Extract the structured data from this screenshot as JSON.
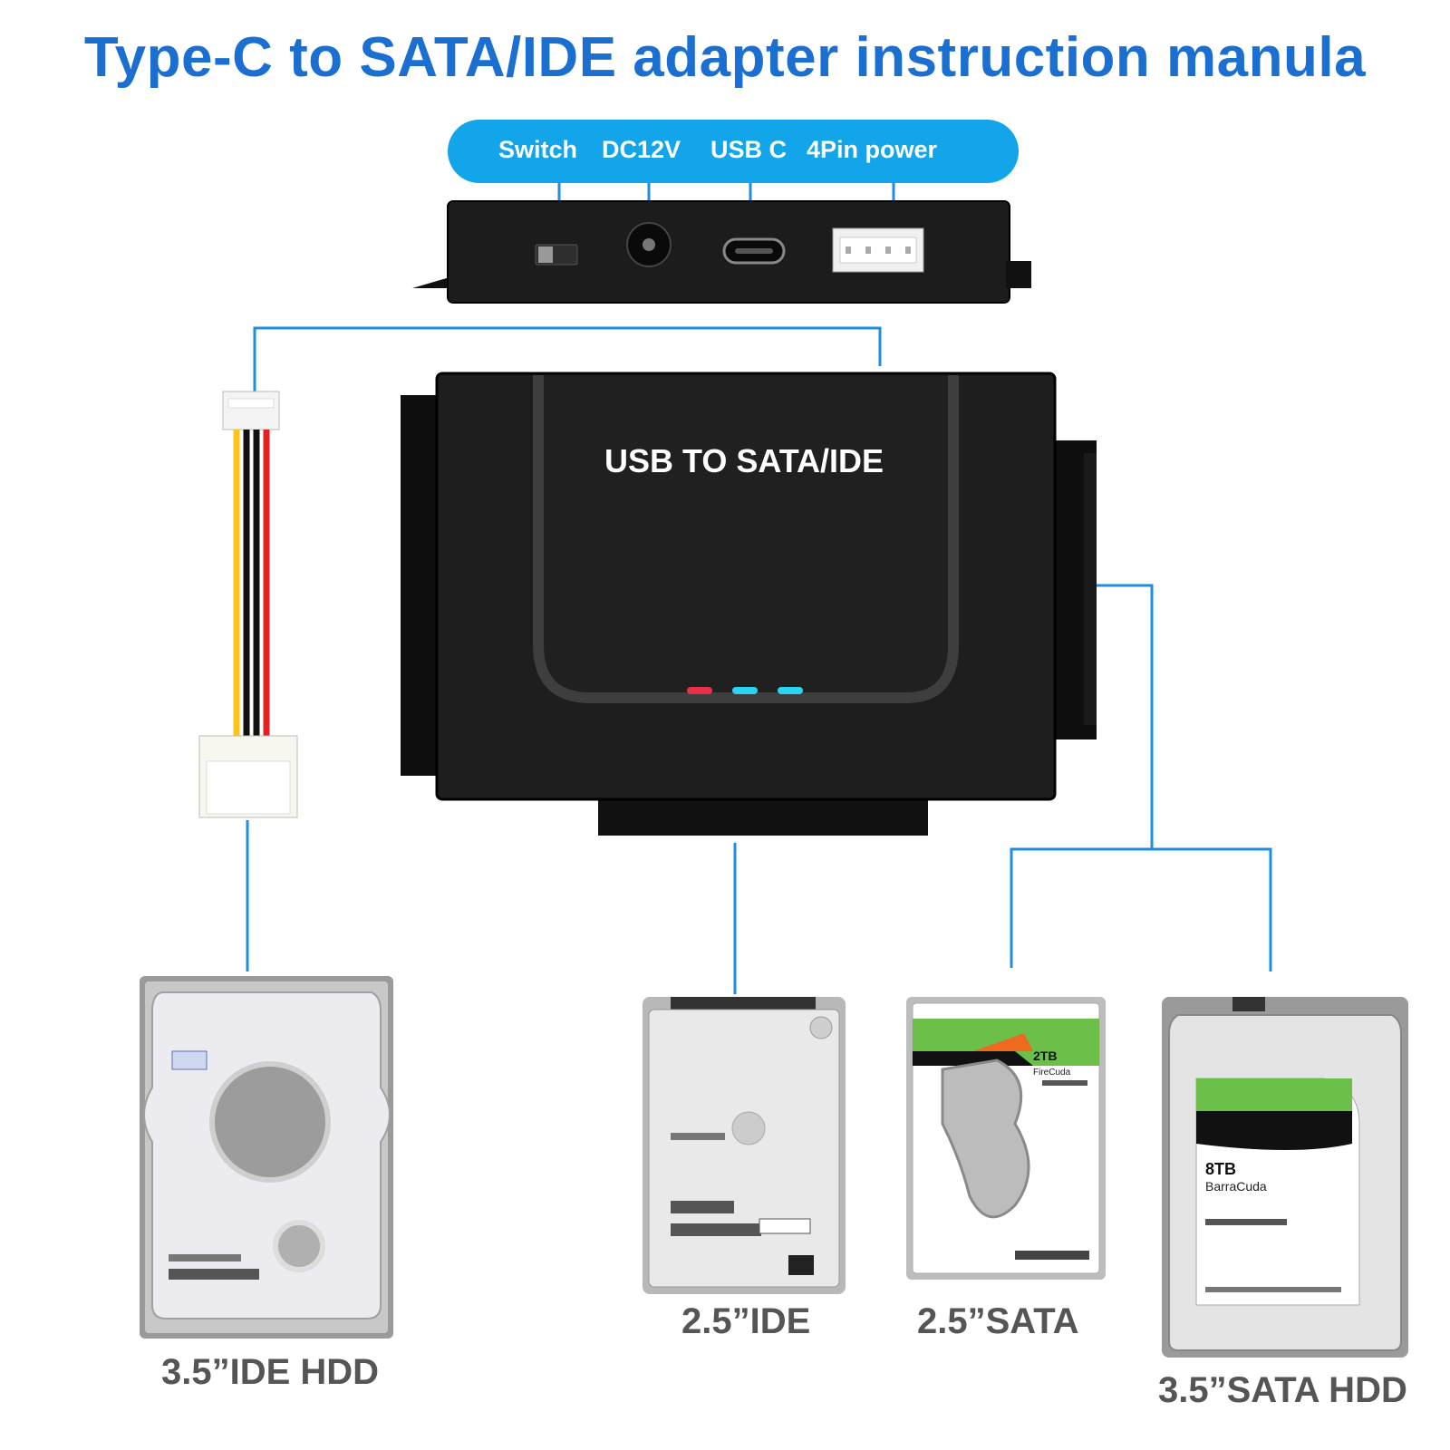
{
  "title": "Type-C to SATA/IDE adapter instruction manula",
  "ports": {
    "switch": "Switch",
    "dc12v": "DC12V",
    "usbc": "USB C",
    "power4pin": "4Pin power"
  },
  "adapter_label": "USB TO SATA/IDE",
  "drives": {
    "ide35": "3.5”IDE HDD",
    "ide25": "2.5”IDE",
    "sata25": "2.5”SATA",
    "sata35": "3.5”SATA HDD"
  },
  "drive_labels": {
    "sata25_capacity": "2TB",
    "sata25_model": "FireCuda",
    "sata35_capacity": "8TB",
    "sata35_model": "BarraCuda"
  },
  "colors": {
    "title": "#1a6fd0",
    "pill": "#12a5ea",
    "connector_line": "#1e8ee0",
    "led_red": "#e8304a",
    "led_cyan": "#2ad4f0",
    "seagate_green": "#6cc04a"
  }
}
